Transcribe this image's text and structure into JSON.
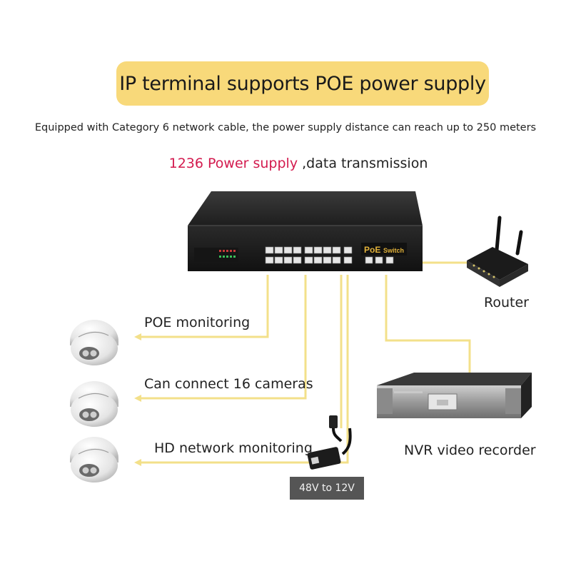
{
  "banner_title": "IP terminal supports POE power supply",
  "subtitle": "Equipped with Category 6 network cable, the power supply distance can reach up to 250 meters",
  "flow_label": {
    "highlight": "1236 Power supply",
    "rest": ",data transmission"
  },
  "switch_brand": {
    "poe": "PoE",
    "switch": "Switch"
  },
  "devices": {
    "router": "Router",
    "nvr": "NVR video recorder",
    "converter": "48V to 12V"
  },
  "camera_labels": [
    "POE monitoring",
    "Can connect 16 cameras",
    "HD network monitoring"
  ],
  "colors": {
    "banner": "#f8d97a",
    "highlight": "#d31a4e",
    "cable": "#f3e08a",
    "badge": "#555555"
  }
}
